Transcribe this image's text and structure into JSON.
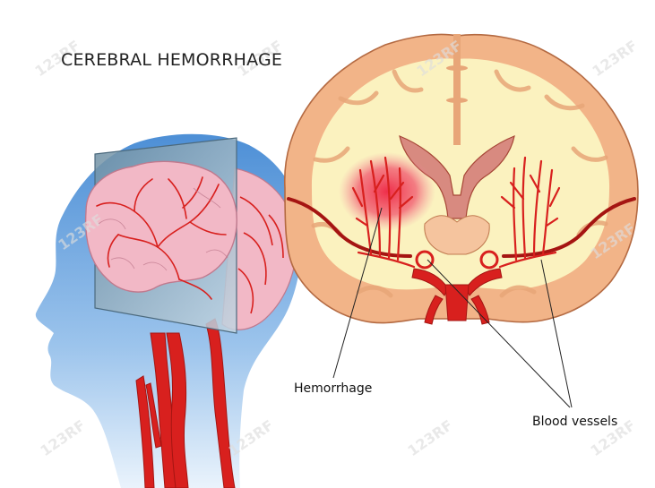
{
  "title": "CEREBRAL HEMORRHAGE",
  "labels": {
    "hemorrhage": "Hemorrhage",
    "blood_vessels": "Blood vessels"
  },
  "watermark": "123RF",
  "colors": {
    "head_silhouette": "#5b97d8",
    "brain_pink": "#f2b8c6",
    "vessel_red": "#d8201e",
    "cortex_peach": "#f2b488",
    "white_matter": "#fbf2bf",
    "hemorrhage_red": "#ee2444"
  }
}
